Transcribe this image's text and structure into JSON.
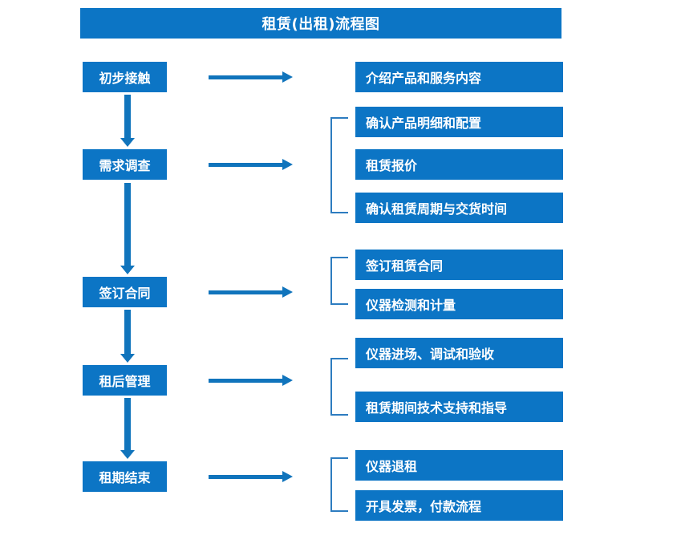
{
  "diagram": {
    "title": "租赁(出租)流程图",
    "accent_color": "#0c75c5",
    "arrow_color": "#1074bc",
    "bracket_color": "#2d7cc0",
    "text_color": "#ffffff",
    "background_color": "#ffffff"
  },
  "stages": [
    {
      "id": "stage-1",
      "label": "初步接触"
    },
    {
      "id": "stage-2",
      "label": "需求调查"
    },
    {
      "id": "stage-3",
      "label": "签订合同"
    },
    {
      "id": "stage-4",
      "label": "租后管理"
    },
    {
      "id": "stage-5",
      "label": "租期结束"
    }
  ],
  "details": [
    {
      "id": "detail-1-1",
      "label": "介绍产品和服务内容",
      "group": 1
    },
    {
      "id": "detail-2-1",
      "label": "确认产品明细和配置",
      "group": 2
    },
    {
      "id": "detail-2-2",
      "label": "租赁报价",
      "group": 2
    },
    {
      "id": "detail-2-3",
      "label": "确认租赁周期与交货时间",
      "group": 2
    },
    {
      "id": "detail-3-1",
      "label": "签订租赁合同",
      "group": 3
    },
    {
      "id": "detail-3-2",
      "label": "仪器检测和计量",
      "group": 3
    },
    {
      "id": "detail-4-1",
      "label": "仪器进场、调试和验收",
      "group": 4
    },
    {
      "id": "detail-4-2",
      "label": "租赁期间技术支持和指导",
      "group": 4
    },
    {
      "id": "detail-5-1",
      "label": "仪器退租",
      "group": 5
    },
    {
      "id": "detail-5-2",
      "label": "开具发票，付款流程",
      "group": 5
    }
  ],
  "connectors": {
    "horizontal_arrow_count": 5,
    "vertical_arrow_count": 4,
    "bracket_count": 4
  }
}
